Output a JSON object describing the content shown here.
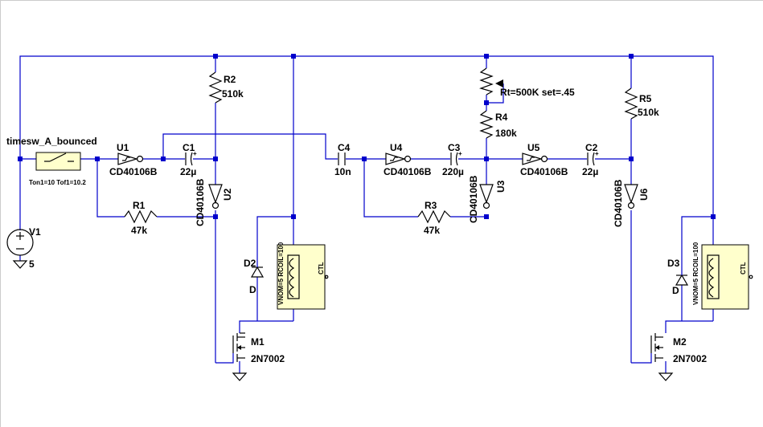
{
  "labels": {
    "v1": "V1",
    "v1_val": "5",
    "sw": "timesw_A_bounced",
    "sw_params": "Ton1=10 Tof1=10.2",
    "u1": "U1",
    "u1_part": "CD40106B",
    "c1": "C1",
    "c1_val": "22µ",
    "r1": "R1",
    "r1_val": "47k",
    "r2": "R2",
    "r2_val": "510k",
    "u2_part": "CD40106B",
    "u2": "U2",
    "c4": "C4",
    "c4_val": "10n",
    "u4": "U4",
    "u4_part": "CD40106B",
    "c3": "C3",
    "c3_val": "220µ",
    "r3": "R3",
    "r3_val": "47k",
    "rt_val": "Rt=500K set=.45",
    "r4": "R4",
    "r4_val": "180k",
    "u3_part": "CD40106B",
    "u3": "U3",
    "u5": "U5",
    "u5_part": "CD40106B",
    "c2": "C2",
    "c2_val": "22µ",
    "r5": "R5",
    "r5_val": "510k",
    "u6_part": "CD40106B",
    "u6": "U6",
    "d2": "D2",
    "d2_val": "D",
    "d3": "D3",
    "d3_val": "D",
    "m1": "M1",
    "m1_part": "2N7002",
    "m2": "M2",
    "m2_part": "2N7002",
    "relay1_param": "VNOM=5 RCOIL=100",
    "relay1_pin": "CTL",
    "relay2_param": "VNOM=5 RCOIL=100",
    "relay2_pin": "CTL"
  }
}
